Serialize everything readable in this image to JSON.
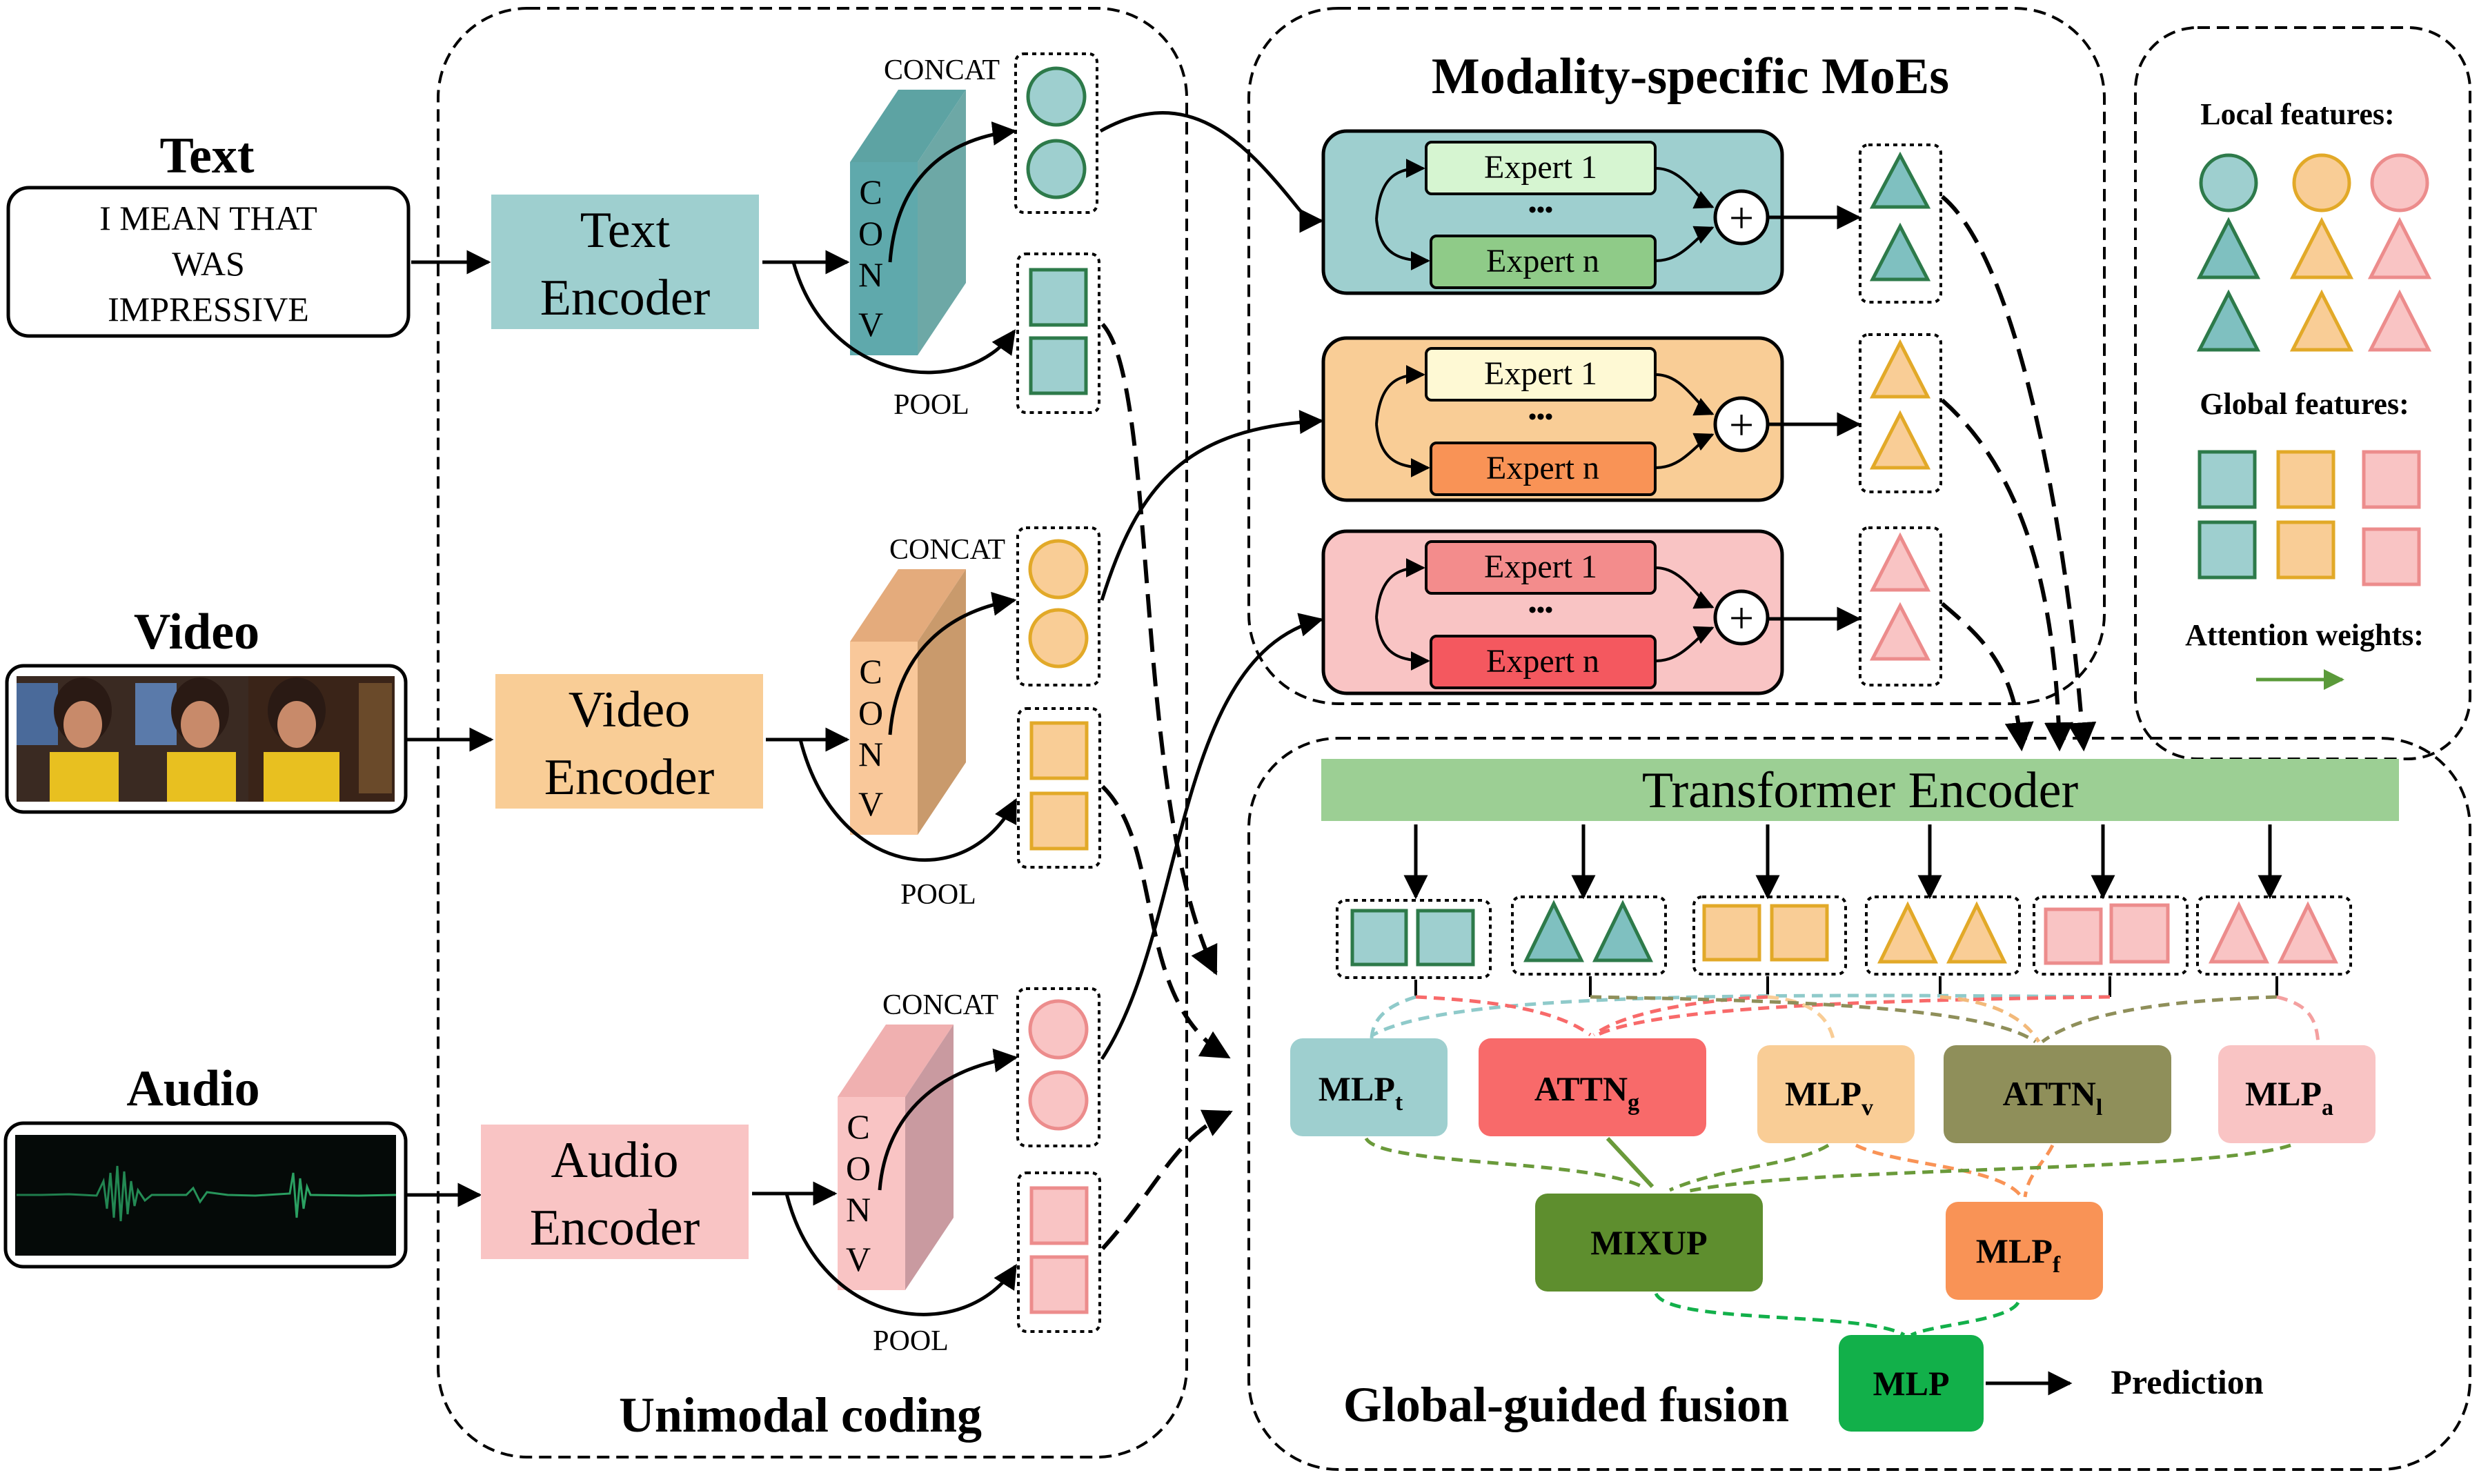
{
  "inputs": {
    "text": {
      "title": "Text",
      "lines": [
        "I MEAN THAT",
        "WAS",
        "IMPRESSIVE"
      ]
    },
    "video": {
      "title": "Video"
    },
    "audio": {
      "title": "Audio"
    }
  },
  "unimodal": {
    "section_label": "Unimodal coding",
    "encoders": {
      "text": [
        "Text",
        "Encoder"
      ],
      "video": [
        "Video",
        "Encoder"
      ],
      "audio": [
        "Audio",
        "Encoder"
      ]
    },
    "conv_letters": [
      "C",
      "O",
      "N",
      "V"
    ],
    "concat_label": "CONCAT",
    "pool_label": "POOL"
  },
  "moe": {
    "title": "Modality-specific MoEs",
    "expert_first": "Expert 1",
    "expert_dots": "•••",
    "expert_last": "Expert n",
    "sum_symbol": "+"
  },
  "legend": {
    "local_label": "Local features:",
    "global_label": "Global features:",
    "attention_label": "Attention weights:"
  },
  "fusion": {
    "section_label": "Global-guided fusion",
    "transformer_label": "Transformer Encoder",
    "mlp_t": {
      "base": "MLP",
      "sub": "t"
    },
    "attn_g": {
      "base": "ATTN",
      "sub": "g"
    },
    "mlp_v": {
      "base": "MLP",
      "sub": "v"
    },
    "attn_l": {
      "base": "ATTN",
      "sub": "l"
    },
    "mlp_a": {
      "base": "MLP",
      "sub": "a"
    },
    "mixup": "MIXUP",
    "mlp_f": {
      "base": "MLP",
      "sub": "f"
    },
    "mlp_final": "MLP",
    "prediction": "Prediction"
  },
  "colors": {
    "text_fill": "#9ecfcf",
    "text_stroke": "#2d7a4a",
    "video_fill": "#f9cd96",
    "video_stroke": "#e2a928",
    "audio_fill": "#f9c4c4",
    "audio_stroke": "#ec8c8c",
    "transformer": "#9ccf94",
    "attn_g": "#f86a6a",
    "attn_l": "#8f8f5a",
    "mixup": "#5e8e2e",
    "mlp_f": "#f99356",
    "mlp_final": "#12b04a",
    "attention_arrow": "#5a9a3a"
  }
}
